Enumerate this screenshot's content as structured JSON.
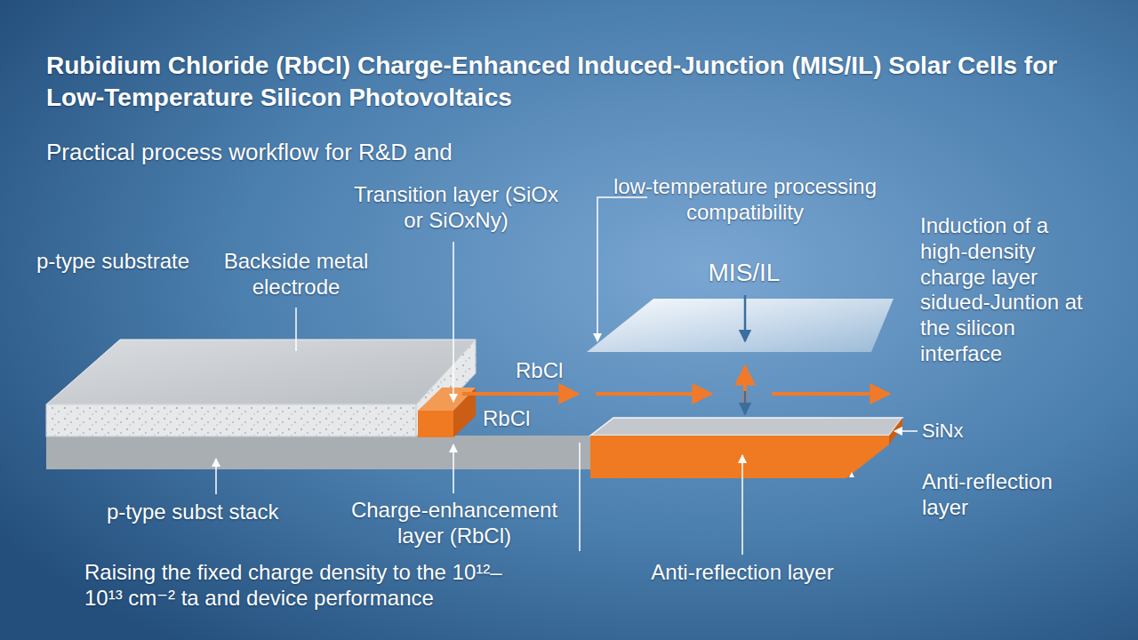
{
  "diagram": {
    "title": "Rubidium Chloride (RbCl) Charge-Enhanced Induced-Junction (MIS/IL) Solar Cells for Low-Temperature Silicon Photovoltaics",
    "labels": [
      "Practical process workflow for  R&D and",
      "Transition layer (SiOx or SiOxNy)",
      "Backside metal electrode",
      "p-type substrate",
      "low-temperature processing compatibility",
      "MIS/IL",
      "Induction of a high-density charge layer sidued-Juntion at the silicon interface",
      "RbCl",
      "RbCl",
      "SiNx",
      "Anti-reflection layer",
      "p-type subst stack",
      "Charge-enhancement layer (RbCl)",
      "Raising the fixed charge density to the 10¹²–10¹³ cm⁻² ta and device performance",
      "Anti-reflection layer"
    ]
  }
}
